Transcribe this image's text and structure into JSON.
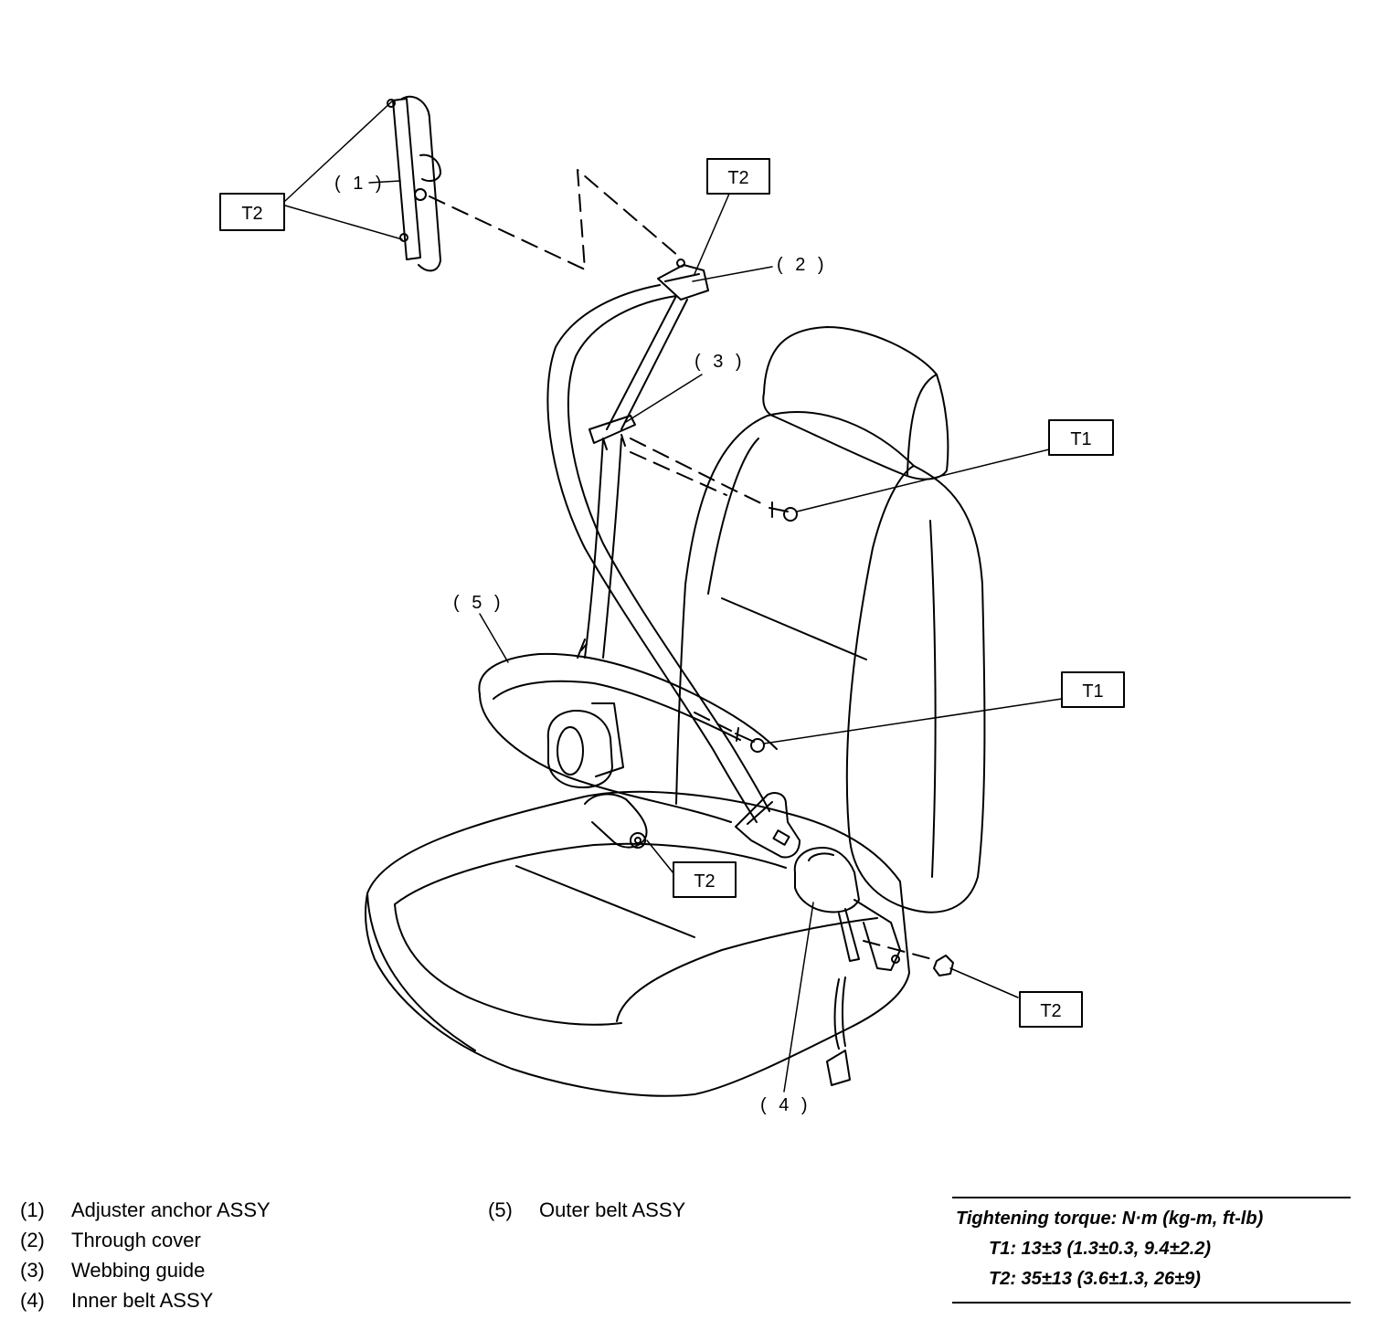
{
  "callouts": {
    "c1": "( 1 )",
    "c2": "( 2 )",
    "c3": "( 3 )",
    "c4": "( 4 )",
    "c5": "( 5 )"
  },
  "torque_boxes": {
    "t2_top_left": "T2",
    "t2_top": "T2",
    "t1_upper": "T1",
    "t1_lower": "T1",
    "t2_bottom": "T2",
    "t2_right": "T2"
  },
  "legend": {
    "items": [
      {
        "num": "(1)",
        "label": "Adjuster anchor ASSY"
      },
      {
        "num": "(2)",
        "label": "Through cover"
      },
      {
        "num": "(3)",
        "label": "Webbing guide"
      },
      {
        "num": "(4)",
        "label": "Inner belt ASSY"
      },
      {
        "num": "(5)",
        "label": "Outer belt ASSY"
      }
    ]
  },
  "torque_spec": {
    "title": "Tightening torque: N·m (kg-m, ft-lb)",
    "t1": "T1: 13±3 (1.3±0.3, 9.4±2.2)",
    "t2": "T2: 35±13 (3.6±1.3, 26±9)"
  }
}
